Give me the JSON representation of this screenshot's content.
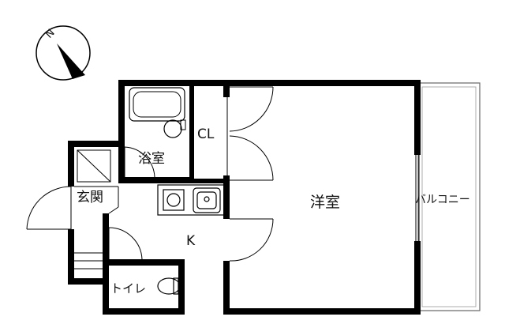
{
  "compass": {
    "letter": "N",
    "icon": "north-arrow-icon"
  },
  "rooms": {
    "bath": "浴室",
    "closet": "CL",
    "western_room": "洋室",
    "entrance": "玄関",
    "kitchen": "K",
    "toilet": "トイレ",
    "balcony": "バルコニー"
  },
  "colors": {
    "wall": "#000000",
    "thin_line": "#555555",
    "background": "#ffffff"
  }
}
